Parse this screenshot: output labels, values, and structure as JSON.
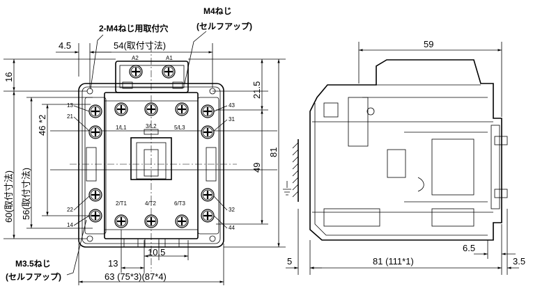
{
  "front_view": {
    "notes": {
      "mount_hole": "2-M4ねじ用取付穴",
      "m4_screw": "M4ねじ",
      "m4_selfup": "(セルフアップ)",
      "m35_screw": "M3.5ねじ",
      "m35_selfup": "(セルフアップ)"
    },
    "dims": {
      "d4_5": "4.5",
      "d54": "54(取付寸法)",
      "d16": "16",
      "d21_5": "21.5",
      "d46": "46 *2",
      "d60": "60(取付寸法)",
      "d56": "56(取付寸法)",
      "d49": "49",
      "d81": "81",
      "d13": "13",
      "d10_5": "10.5",
      "d63": "63 (75*3)(87*4)"
    },
    "terminals": {
      "a2": "A2",
      "a1": "A1",
      "l1": "1/L1",
      "l2": "3/L2",
      "l3": "5/L3",
      "t1": "2/T1",
      "t2": "4/T2",
      "t3": "6/T3",
      "n13": "13",
      "n21": "21",
      "n22": "22",
      "n14": "14",
      "n43": "43",
      "n31": "31",
      "n32": "32",
      "n44": "44"
    }
  },
  "side_view": {
    "dims": {
      "d59": "59",
      "d5": "5",
      "d81": "81 (111*1)",
      "d6_5": "6.5",
      "d3_5": "3.5"
    }
  }
}
